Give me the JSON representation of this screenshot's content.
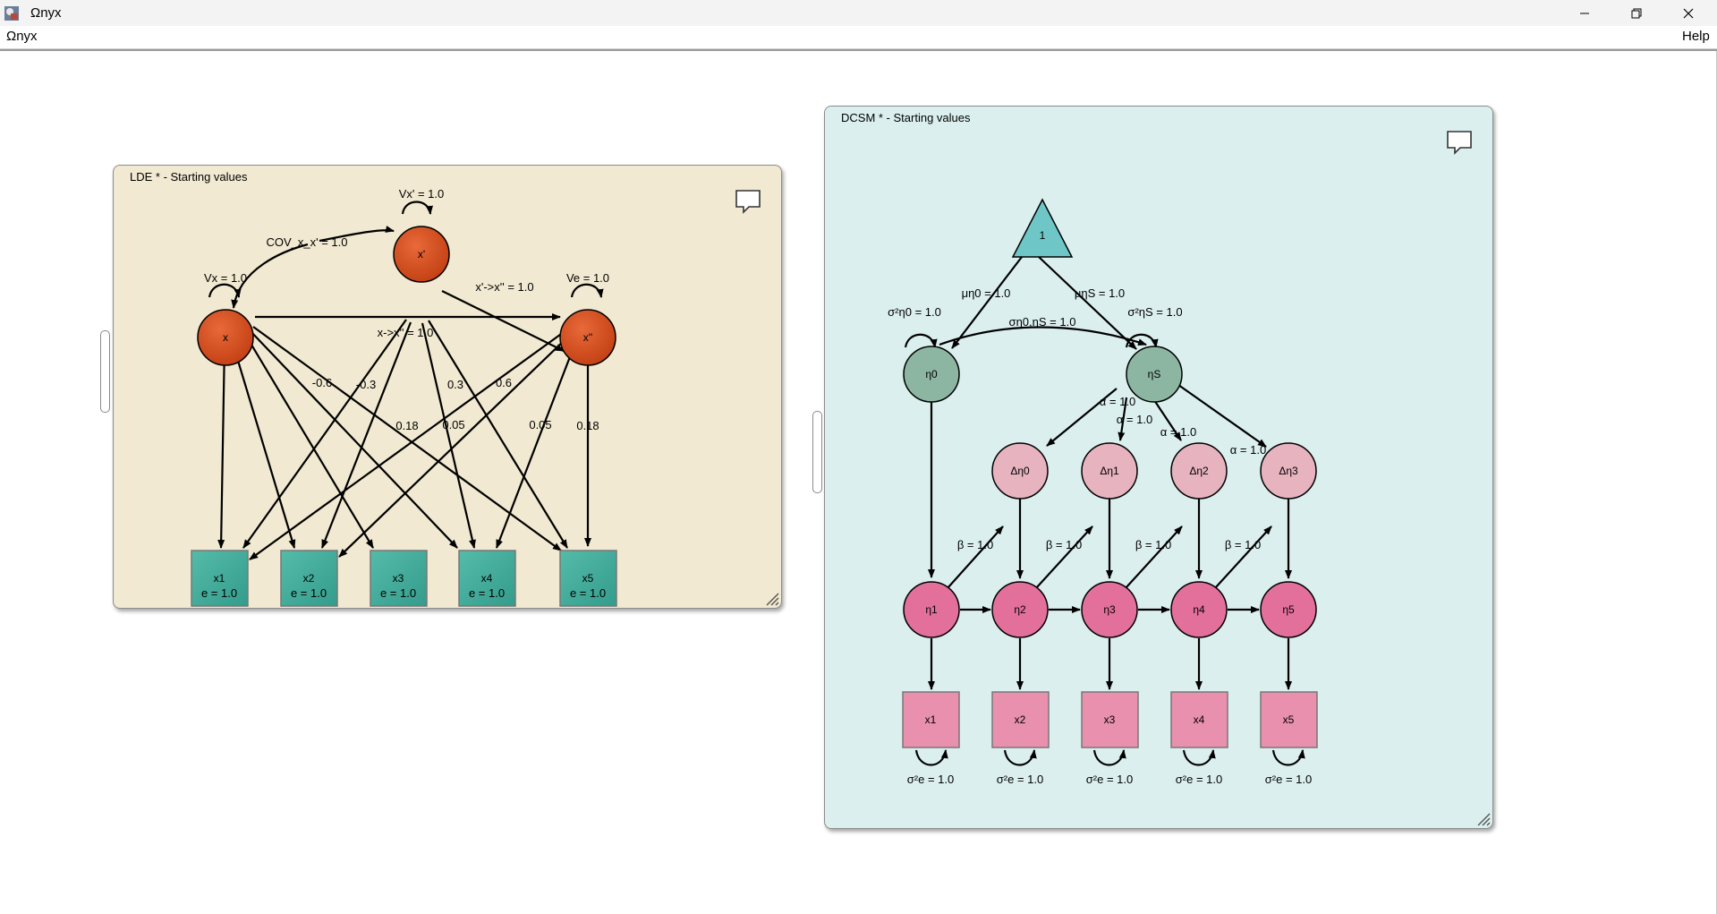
{
  "window": {
    "title": "Ωnyx"
  },
  "menu": {
    "left": "Ωnyx",
    "right": "Help"
  },
  "lde": {
    "title": "LDE * - Starting values",
    "background": "#f1e9d1",
    "nodes": {
      "x": "x",
      "xp": "x'",
      "xpp": "x''",
      "obs": [
        "x1",
        "x2",
        "x3",
        "x4",
        "x5"
      ]
    },
    "labels": {
      "vxp": "Vx' = 1.0",
      "cov": "COV_x_x' = 1.0",
      "vx": "Vx = 1.0",
      "ve": "Ve = 1.0",
      "xp_xpp": "x'->x'' = 1.0",
      "x_xpp": "x->x'' = 1.0",
      "l1": "-0.6",
      "l2": "-0.3",
      "l3": "0.3",
      "l4": "0.6",
      "m1": "0.18",
      "m2": "0.05",
      "m3": "0.05",
      "m4": "0.18",
      "e": "e = 1.0"
    }
  },
  "dcsm": {
    "title": "DCSM * - Starting values",
    "background": "#dcefef",
    "nodes": {
      "const": "1",
      "eta0": "η0",
      "etaS": "ηS",
      "deltas": [
        "Δη0",
        "Δη1",
        "Δη2",
        "Δη3"
      ],
      "etas": [
        "η1",
        "η2",
        "η3",
        "η4",
        "η5"
      ],
      "obs": [
        "x1",
        "x2",
        "x3",
        "x4",
        "x5"
      ]
    },
    "labels": {
      "mu0": "μη0 = 1.0",
      "muS": "μηS = 1.0",
      "var0": "σ²η0 = 1.0",
      "varS": "σ²ηS = 1.0",
      "cov": "ση0,ηS = 1.0",
      "alpha": "α = 1.0",
      "beta": "β = 1.0",
      "err": "σ²e = 1.0"
    }
  },
  "colors": {
    "lde_latent": "#d24a1d",
    "lde_obs": "#3eab9b",
    "dcsm_top": "#6fc6c6",
    "dcsm_green": "#8db6a2",
    "dcsm_pale": "#e6b3bf",
    "dcsm_pink": "#e3709a"
  },
  "icons": [
    "app-icon",
    "minimize-icon",
    "maximize-icon",
    "close-icon",
    "comment-icon",
    "resize-grip-icon"
  ]
}
